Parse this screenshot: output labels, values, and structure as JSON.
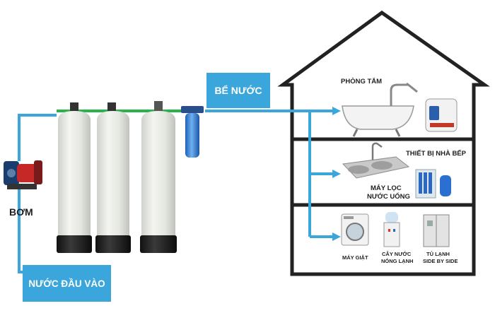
{
  "labels": {
    "pump": "BƠM",
    "inlet_water": "NƯỚC ĐẦU VÀO",
    "water_tank": "BỂ NƯỚC",
    "bathroom": "PHÒNG TẮM",
    "kitchen_devices": "THIẾT BỊ NHÀ BẾP",
    "drinking_purifier_line1": "MÁY LỌC",
    "drinking_purifier_line2": "NƯỚC UỐNG",
    "washing_machine": "MÁY GIẶT",
    "dispenser_line1": "CÂY NƯỚC",
    "dispenser_line2": "NÓNG LẠNH",
    "fridge_line1": "TỦ LẠNH",
    "fridge_line2": "SIDE BY SIDE"
  },
  "colors": {
    "pipe": "#3aa6dc",
    "badge": "#3aa6dc",
    "house_outline": "#222222",
    "tank_body": "#e9ece7",
    "tank_base": "#1c1c1c",
    "connector_pipe": "#2bb24c"
  },
  "icons": [
    "pump-icon",
    "filter-tank-icon",
    "cartridge-filter-icon",
    "bathtub-icon",
    "water-heater-icon",
    "sink-icon",
    "ro-purifier-icon",
    "washing-machine-icon",
    "water-dispenser-icon",
    "refrigerator-icon"
  ]
}
